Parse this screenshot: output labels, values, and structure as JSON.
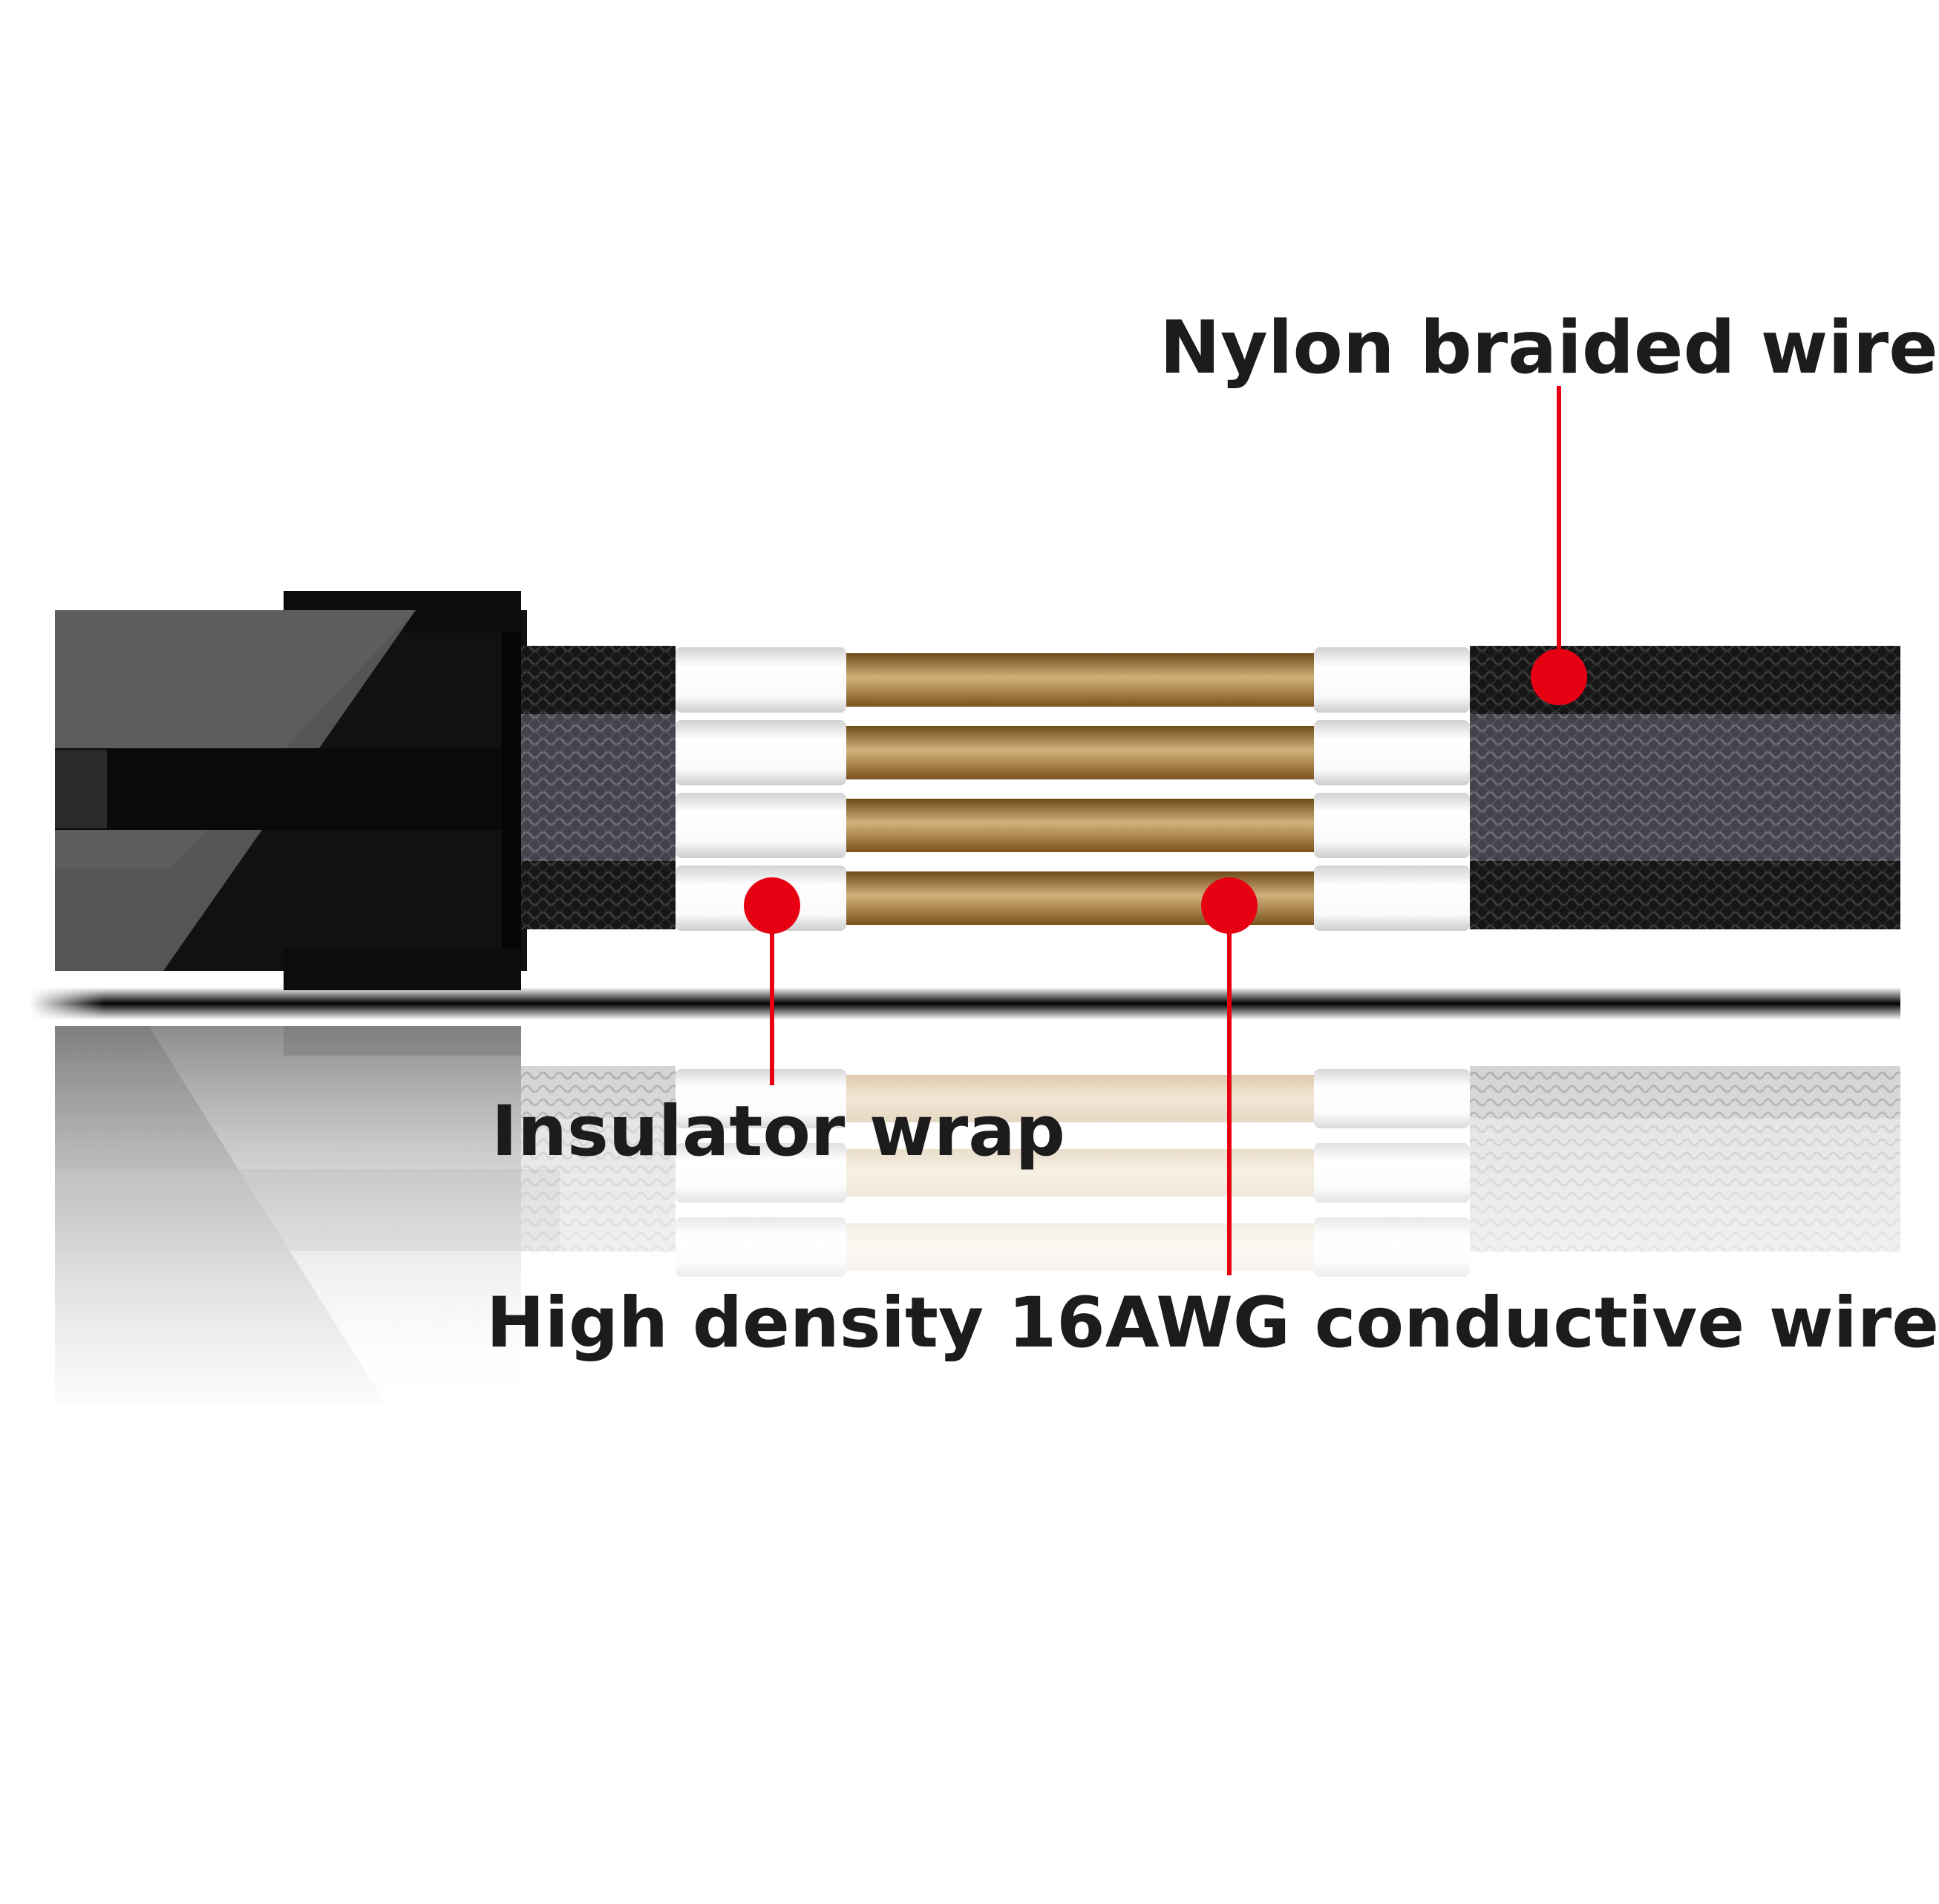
{
  "labels": {
    "nylon": "Nylon braided wire",
    "insulator": "Insulator wrap",
    "conductor": "High density 16AWG conductive wire"
  },
  "colors": {
    "callout": "#e60012",
    "connector": "#111111",
    "copper": "#9a6c2c",
    "braid_black": "#151515",
    "braid_gray": "#4a4a52",
    "insulator": "#f4f4f4",
    "text": "#1c1c1c"
  }
}
